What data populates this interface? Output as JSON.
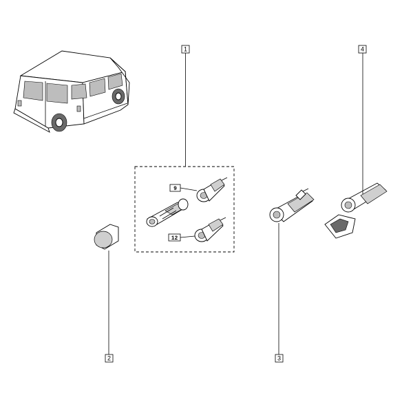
{
  "callouts": [
    {
      "id": "1",
      "label": "1"
    },
    {
      "id": "2",
      "label": "2"
    },
    {
      "id": "3",
      "label": "3"
    },
    {
      "id": "4",
      "label": "4"
    }
  ],
  "variant_refs": [
    {
      "id": "ref-9",
      "label": "9"
    },
    {
      "id": "ref-12",
      "label": "12"
    }
  ]
}
